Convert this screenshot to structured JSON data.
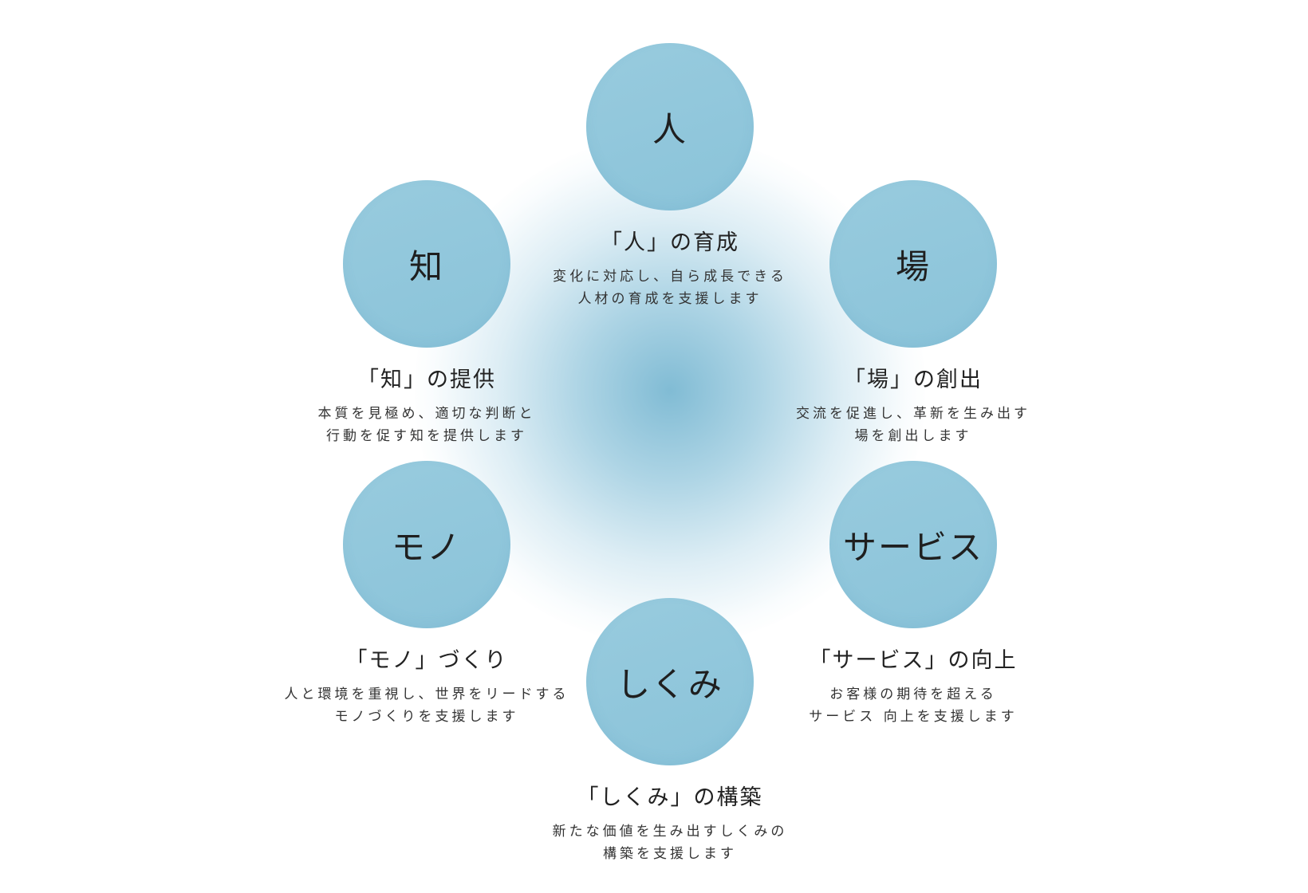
{
  "nodes": [
    {
      "key": "hito",
      "circle_label": "人",
      "title": "「人」の育成",
      "desc": [
        "変化に対応し、自ら成長できる",
        "人材の育成を支援します"
      ]
    },
    {
      "key": "ba",
      "circle_label": "場",
      "title": "「場」の創出",
      "desc": [
        "交流を促進し、革新を生み出す",
        "場を創出します"
      ]
    },
    {
      "key": "service",
      "circle_label": "サービス",
      "title": "「サービス」の向上",
      "desc": [
        "お客様の期待を超える",
        "サービス 向上を支援します"
      ]
    },
    {
      "key": "shikumi",
      "circle_label": "しくみ",
      "title": "「しくみ」の構築",
      "desc": [
        "新たな価値を生み出すしくみの",
        "構築を支援します"
      ]
    },
    {
      "key": "mono",
      "circle_label": "モノ",
      "title": "「モノ」づくり",
      "desc": [
        "人と環境を重視し、世界をリードする",
        "モノづくりを支援します"
      ]
    },
    {
      "key": "chi",
      "circle_label": "知",
      "title": "「知」の提供",
      "desc": [
        "本質を見極め、適切な判断と",
        "行動を促す知を提供します"
      ]
    }
  ]
}
